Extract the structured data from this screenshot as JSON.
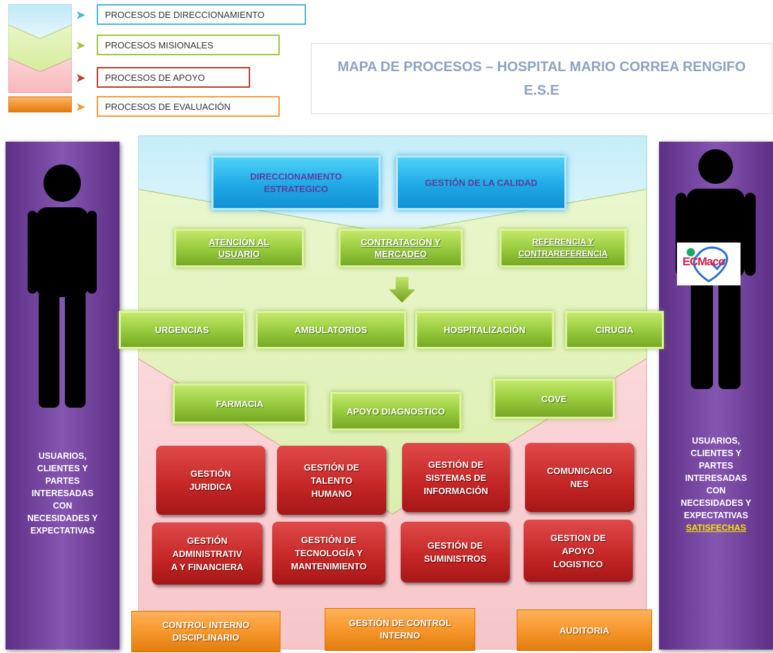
{
  "legend": [
    {
      "label": "PROCESOS DE DIRECCIONAMIENTO",
      "color": "#4fb3d9"
    },
    {
      "label": "PROCESOS MISIONALES",
      "color": "#9bc63c"
    },
    {
      "label": "PROCESOS DE APOYO",
      "color": "#c0392b"
    },
    {
      "label": "PROCESOS DE EVALUACIÓN",
      "color": "#f39a34"
    }
  ],
  "title": {
    "line1": "MAPA DE PROCESOS – HOSPITAL MARIO CORREA RENGIFO",
    "line2": "E.S.E"
  },
  "left_panel": {
    "text_lines": [
      "USUARIOS,",
      "CLIENTES Y",
      "PARTES",
      "INTERESADAS",
      "CON",
      "NECESIDADES Y",
      "EXPECTATIVAS"
    ]
  },
  "right_panel": {
    "text_lines": [
      "USUARIOS,",
      "CLIENTES Y",
      "PARTES",
      "INTERESADAS",
      "CON",
      "NECESIDADES Y",
      "EXPECTATIVAS"
    ],
    "highlight": "SATISFECHAS",
    "logo_text": "ECMaco"
  },
  "direccionamiento": {
    "box1": [
      "DIRECCIONAMIENTO",
      "ESTRATEGICO"
    ],
    "box2": "GESTIÓN DE LA CALIDAD"
  },
  "misionales_top": {
    "box1": [
      "ATENCIÓN AL",
      "USUARIO"
    ],
    "box2": [
      "CONTRATACIÓN Y",
      "MERCADEO"
    ],
    "box3": [
      "REFERENCIA Y",
      "CONTRAREFERENCIA"
    ]
  },
  "misionales_mid": [
    "URGENCIAS",
    "AMBULATORIOS",
    "HOSPITALIZACIÓN",
    "CIRUGIA"
  ],
  "misionales_low": {
    "farmacia": "FARMACIA",
    "apoyo_diag": "APOYO DIAGNOSTICO",
    "cove": "COVE"
  },
  "apoyo_row1": {
    "b1": [
      "GESTIÓN",
      "JURIDICA"
    ],
    "b2": [
      "GESTIÓN DE",
      "TALENTO",
      "HUMANO"
    ],
    "b3": [
      "GESTIÓN DE",
      "SISTEMAS DE",
      "INFORMACIÓN"
    ],
    "b4": [
      "COMUNICACIO",
      "NES"
    ]
  },
  "apoyo_row2": {
    "b1": [
      "GESTIÓN",
      "ADMINISTRATIV",
      "A Y FINANCIERA"
    ],
    "b2": [
      "GESTIÓN DE",
      "TECNOLOGÍA Y",
      "MANTENIMIENTO"
    ],
    "b3": [
      "GESTIÓN DE",
      "SUMINISTROS"
    ],
    "b4": [
      "GESTION DE",
      "APOYO",
      "LOGISTICO"
    ]
  },
  "evaluacion": {
    "b1": [
      "CONTROL INTERNO",
      "DISCIPLINARIO"
    ],
    "b2": [
      "GESTIÓN DE CONTROL",
      "INTERNO"
    ],
    "b3": "AUDITORIA"
  }
}
